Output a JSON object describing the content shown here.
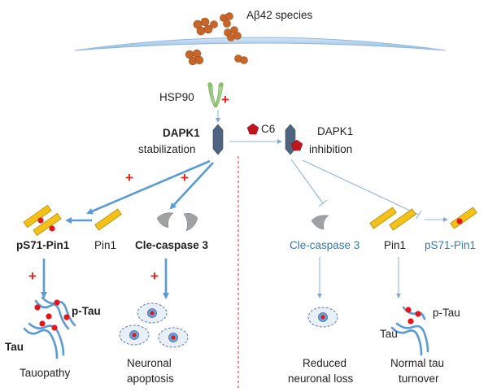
{
  "nodes": {
    "abeta": "Aβ42 species",
    "hsp90": "HSP90",
    "dapk1_bold": "DAPK1",
    "stabilization": "stabilization",
    "c6": "C6",
    "dapk1_right": "DAPK1",
    "inhibition": "inhibition",
    "ps71_left": "pS71-Pin1",
    "pin1_left": "Pin1",
    "clecasp_left": "Cle-caspase 3",
    "clecasp_right": "Cle-caspase 3",
    "pin1_right": "Pin1",
    "ps71_right": "pS71-Pin1",
    "ptau_left": "p-Tau",
    "tau_left": "Tau",
    "tauopathy": "Tauopathy",
    "neuronal_line1": "Neuronal",
    "neuronal_line2": "apoptosis",
    "ptau_right": "p-Tau",
    "tau_right": "Tau",
    "reduced_line1": "Reduced",
    "reduced_line2": "neuronal loss",
    "normal_line1": "Normal tau",
    "normal_line2": "turnover"
  },
  "symbols": {
    "plus": "+"
  },
  "colors": {
    "arrow_blue": "#5b9bd5",
    "text_blue": "#2e7bb6",
    "plus_red": "#e0261b",
    "pin1_yellow": "#f4c216",
    "phospho_red": "#e8141c",
    "abeta_orange": "#c8662a",
    "divider_red": "#e0261b"
  },
  "icons": [
    "abeta-cluster-icon",
    "hsp90-icon",
    "dapk1-icon",
    "c6-pentagon-icon",
    "cle-caspase-icon",
    "pin1-bar-icon",
    "tau-fiber-icon",
    "neuron-cell-icon"
  ]
}
